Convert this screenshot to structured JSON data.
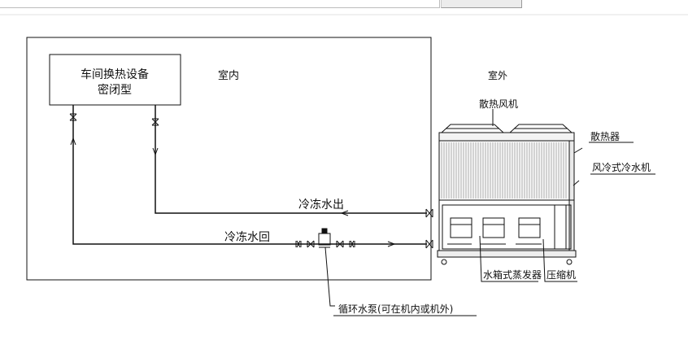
{
  "diagram": {
    "equipment_label_line1": "车间换热设备",
    "equipment_label_line2": "密闭型",
    "indoor_label": "室内",
    "outdoor_label": "室外",
    "fan_label": "散热风机",
    "radiator_label": "散热器",
    "chiller_label": "风冷式冷水机",
    "supply_label": "冷冻水出",
    "return_label": "冷冻水回",
    "tank_label": "水箱式蒸发器",
    "compressor_label": "压缩机",
    "pump_label": "循环水泵(可在机内或机外)"
  }
}
